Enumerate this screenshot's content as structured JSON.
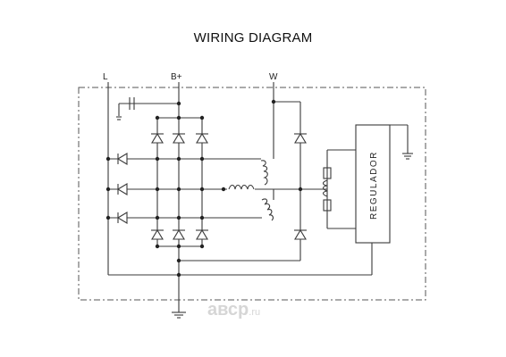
{
  "title": "WIRING DIAGRAM",
  "terminals": {
    "l": "L",
    "bplus": "B+",
    "w": "W"
  },
  "regulator_label": "REGULADOR",
  "watermark": {
    "main": "авср",
    "suffix": ".ru"
  }
}
